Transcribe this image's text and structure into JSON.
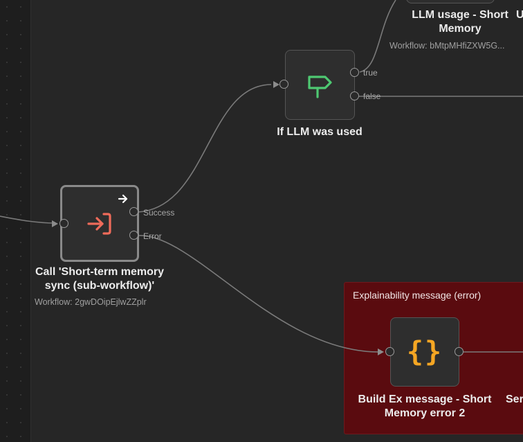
{
  "canvas": {
    "sticky_note": {
      "title": "Explainability message (error)"
    }
  },
  "nodes": {
    "llm_usage": {
      "title_line1": "LLM usage - Short",
      "title_line2": "Memory",
      "subtitle": "Workflow: bMtpMHfiZXW5G...",
      "cut_label": "U"
    },
    "if_llm": {
      "title": "If LLM was used",
      "output_true": "true",
      "output_false": "false",
      "icon": "signpost-icon",
      "icon_color": "#4ec972"
    },
    "call_short_term": {
      "title_line1": "Call 'Short-term memory",
      "title_line2": "sync (sub-workflow)'",
      "subtitle": "Workflow: 2gwDOipEjlwZZplr",
      "output_success": "Success",
      "output_error": "Error",
      "icon": "sign-in-icon",
      "icon_color": "#ef6b5a"
    },
    "build_ex": {
      "title_line1": "Build Ex message - Short",
      "title_line2": "Memory error 2",
      "icon": "code-braces-icon",
      "icon_color": "#f5a623",
      "icon_glyph": "{}"
    },
    "next_cut": {
      "title": "Ser"
    }
  }
}
